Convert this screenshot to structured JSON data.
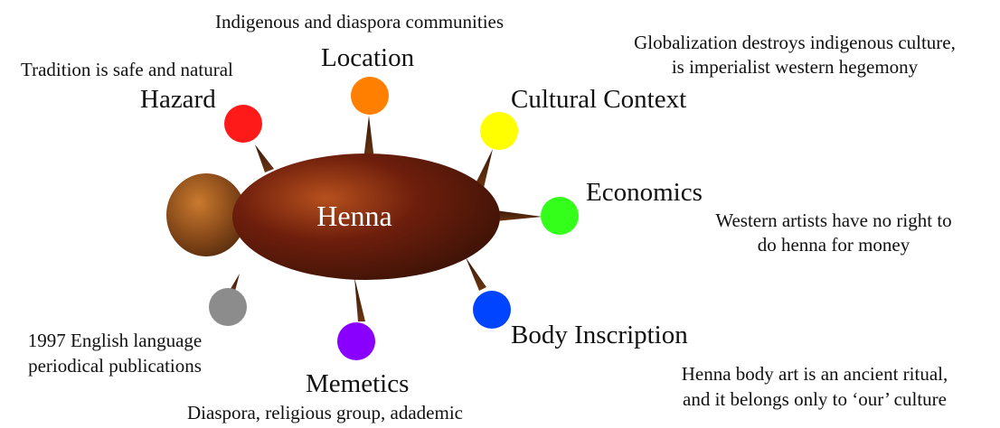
{
  "center": {
    "label": "Henna",
    "label_color": "#ffffff"
  },
  "nodes": [
    {
      "id": "hazard",
      "label": "Hazard",
      "color": "#ff1a1a",
      "note": [
        "Tradition is safe and natural"
      ]
    },
    {
      "id": "location",
      "label": "Location",
      "color": "#ff8000",
      "note": [
        "Indigenous and diaspora communities"
      ]
    },
    {
      "id": "cultural-context",
      "label": "Cultural Context",
      "color": "#ffff00",
      "note": [
        "Globalization destroys indigenous culture,",
        "is imperialist western hegemony"
      ]
    },
    {
      "id": "economics",
      "label": "Economics",
      "color": "#33ff1a",
      "note": [
        "Western artists have no right to",
        "do henna for money"
      ]
    },
    {
      "id": "body-inscription",
      "label": "Body Inscription",
      "color": "#0044ff",
      "note": [
        "Henna body art is an ancient ritual,",
        "and it belongs only to ‘our’ culture"
      ]
    },
    {
      "id": "memetics",
      "label": "Memetics",
      "color": "#8a00ff",
      "note": [
        "Diaspora, religious group, adademic"
      ]
    },
    {
      "id": "sources",
      "label": "",
      "color": "#8c8c8c",
      "note": [
        "1997 English language",
        "periodical publications"
      ]
    }
  ]
}
